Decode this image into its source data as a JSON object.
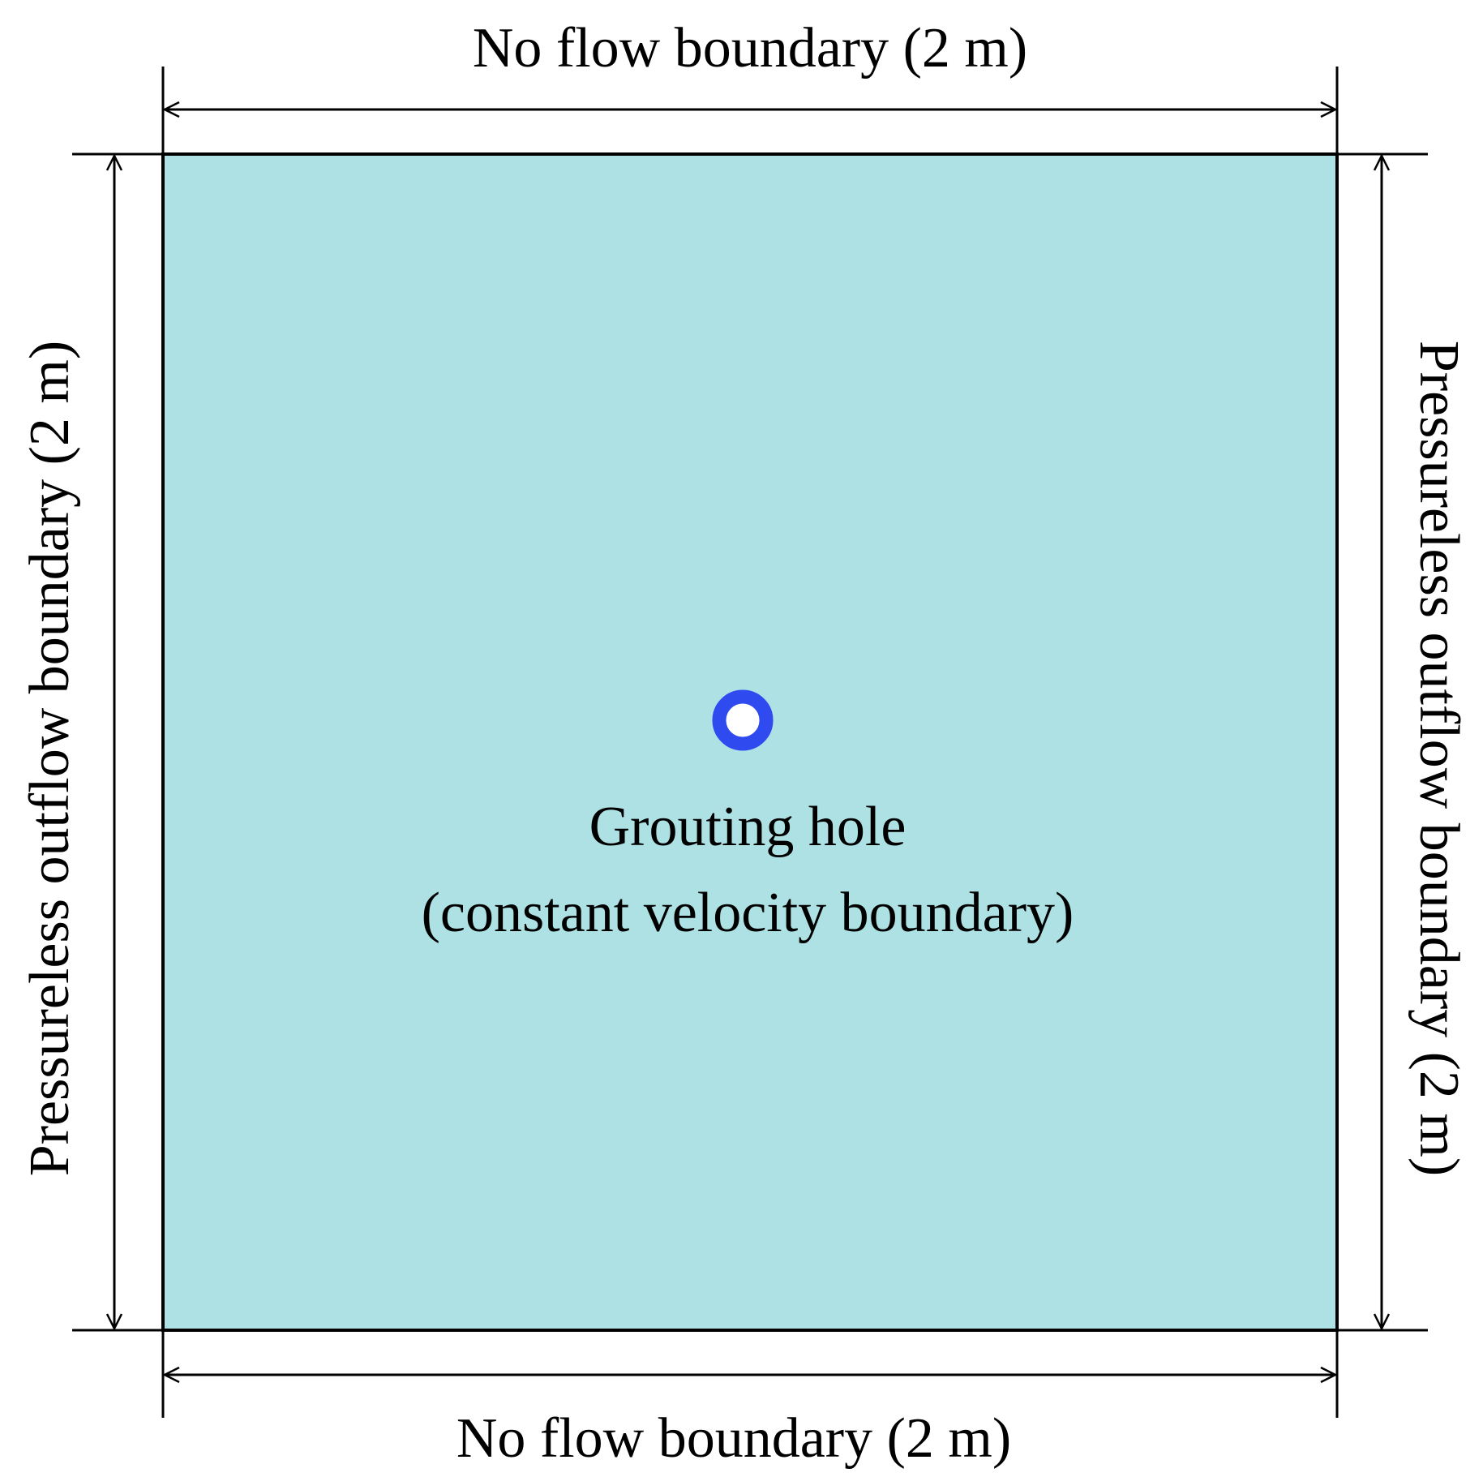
{
  "labels": {
    "top": "No flow boundary (2 m)",
    "bottom": "No flow boundary (2 m)",
    "left": "Pressureless outflow boundary (2 m)",
    "right": "Pressureless outflow boundary (2 m)",
    "hole_line1": "Grouting hole",
    "hole_line2": "(constant velocity boundary)"
  },
  "colors": {
    "domain_fill": "#ADE1E4",
    "hole_ring": "#2F4BF0",
    "lines": "#000000"
  }
}
